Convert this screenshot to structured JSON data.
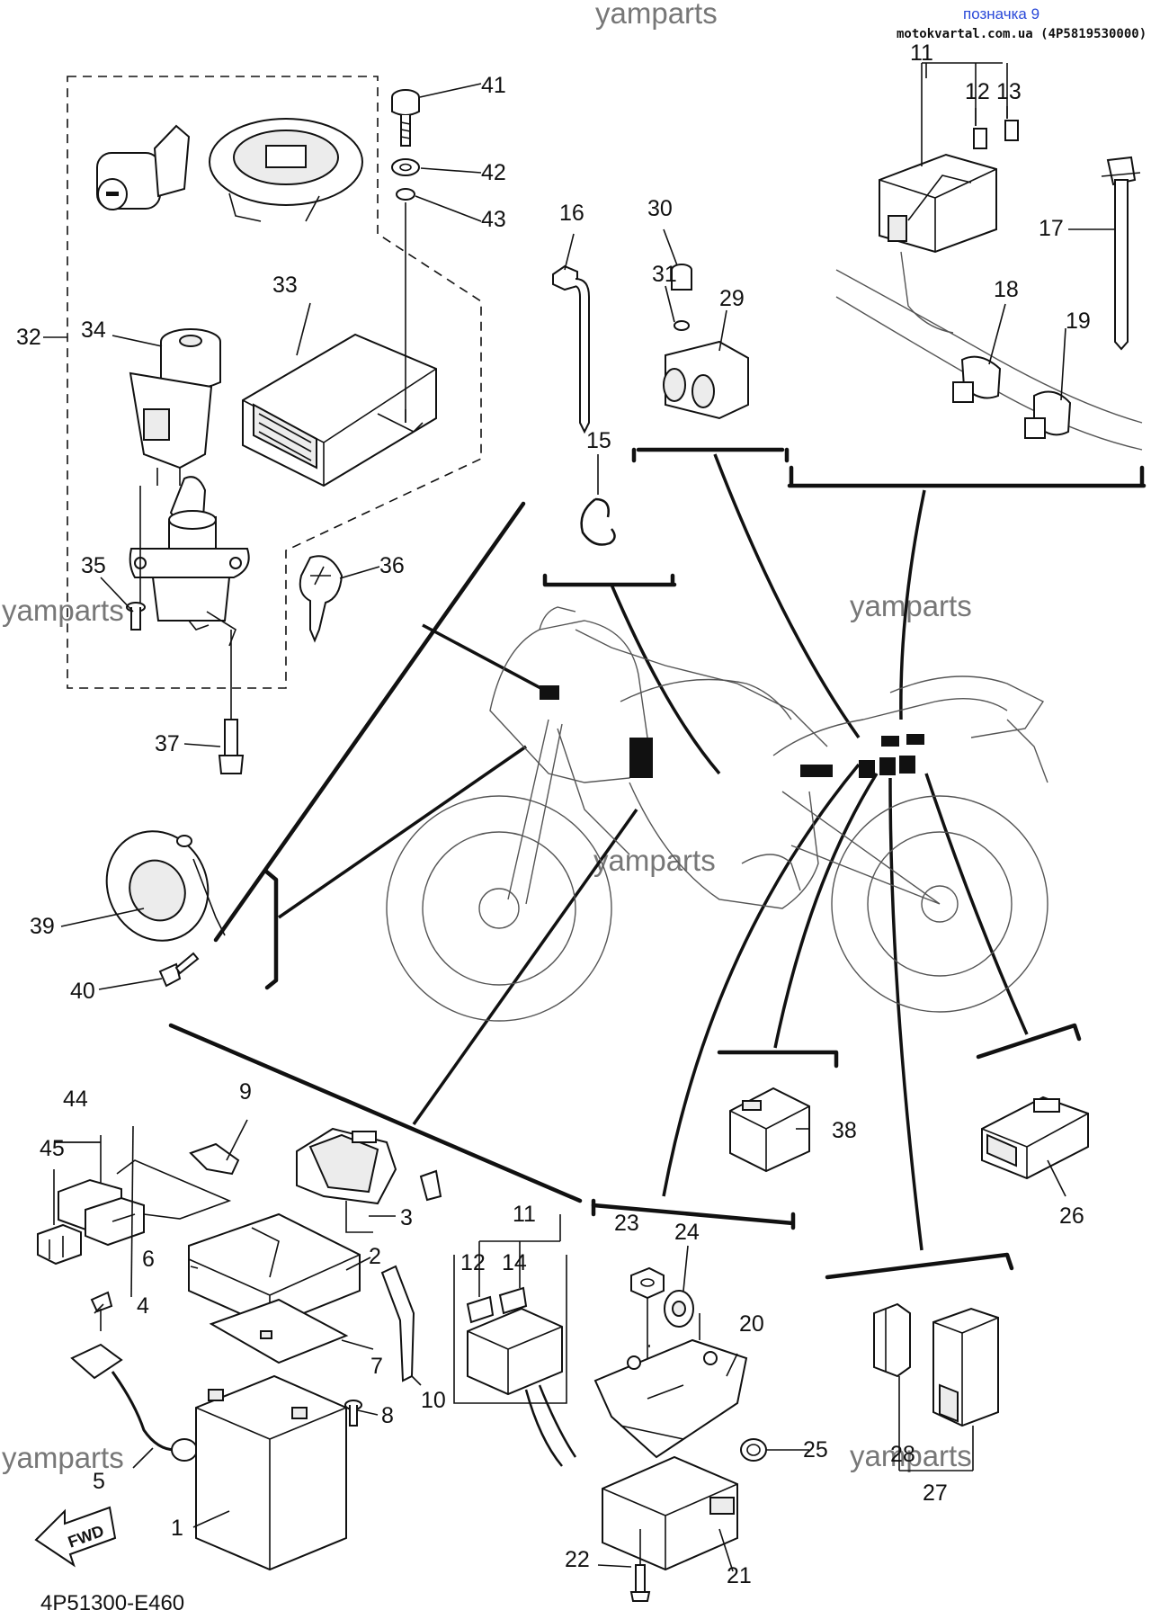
{
  "header": {
    "watermark_top": "yamparts",
    "link_text": "позначка 9",
    "site_text": "motokvartal.com.ua (4P5819530000)"
  },
  "watermarks": [
    "yamparts",
    "yamparts",
    "yamparts",
    "yamparts",
    "yamparts"
  ],
  "footer": {
    "diagram_code": "4P51300-E460",
    "fwd_label": "FWD"
  },
  "callouts": {
    "c1": "1",
    "c2": "2",
    "c3": "3",
    "c4": "4",
    "c5": "5",
    "c6": "6",
    "c7": "7",
    "c8": "8",
    "c9": "9",
    "c10": "10",
    "c11a": "11",
    "c11b": "11",
    "c12a": "12",
    "c12b": "12",
    "c13": "13",
    "c14": "14",
    "c15": "15",
    "c16": "16",
    "c17": "17",
    "c18": "18",
    "c19": "19",
    "c20": "20",
    "c21": "21",
    "c22": "22",
    "c23": "23",
    "c24": "24",
    "c25": "25",
    "c26": "26",
    "c27": "27",
    "c28": "28",
    "c29": "29",
    "c30": "30",
    "c31": "31",
    "c32": "32",
    "c33": "33",
    "c34": "34",
    "c35": "35",
    "c36": "36",
    "c37": "37",
    "c38": "38",
    "c39": "39",
    "c40": "40",
    "c41": "41",
    "c42": "42",
    "c43": "43",
    "c44": "44",
    "c45": "45"
  },
  "colors": {
    "ink": "#111111",
    "link": "#2a49d8",
    "watermark": "#777777"
  }
}
